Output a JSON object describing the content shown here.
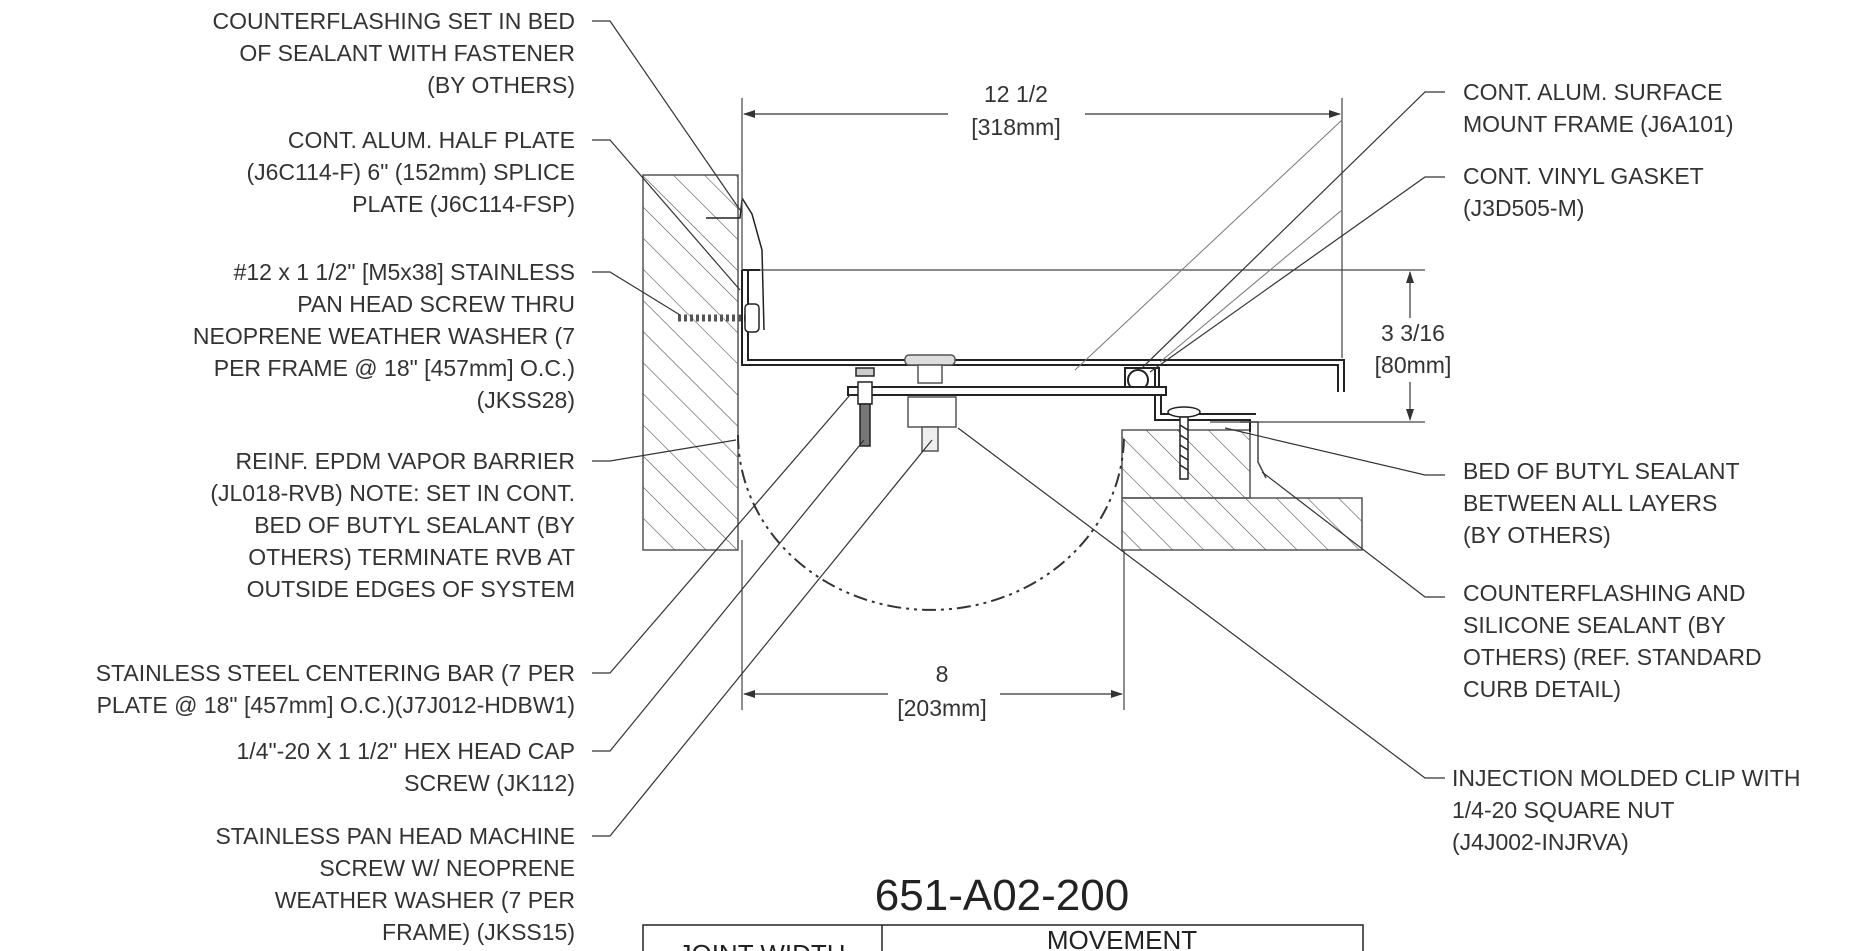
{
  "drawing_number": "651-A02-200",
  "dimensions": {
    "width_top": {
      "value": "12 1/2",
      "metric": "[318mm]"
    },
    "height_right": {
      "value": "3 3/16",
      "metric": "[80mm]"
    },
    "width_bottom": {
      "value": "8",
      "metric": "[203mm]"
    }
  },
  "callouts_left": [
    {
      "id": "counterflashing-sealant-fastener",
      "lines": [
        "COUNTERFLASHING SET IN BED",
        "OF SEALANT WITH FASTENER",
        "(BY OTHERS)"
      ]
    },
    {
      "id": "half-plate-splice",
      "lines": [
        "CONT. ALUM. HALF PLATE",
        "(J6C114-F) 6\" (152mm) SPLICE",
        "PLATE (J6C114-FSP)"
      ]
    },
    {
      "id": "stainless-pan-head-screw",
      "lines": [
        "#12 x 1 1/2\" [M5x38] STAINLESS",
        "PAN HEAD SCREW THRU",
        "NEOPRENE WEATHER WASHER (7",
        "PER FRAME @ 18\" [457mm] O.C.)",
        "(JKSS28)"
      ]
    },
    {
      "id": "epdm-vapor-barrier",
      "lines": [
        "REINF. EPDM  VAPOR BARRIER",
        "(JL018-RVB) NOTE: SET IN CONT.",
        "BED OF BUTYL SEALANT (BY",
        "OTHERS) TERMINATE RVB AT",
        "OUTSIDE  EDGES OF SYSTEM"
      ]
    },
    {
      "id": "centering-bar",
      "lines": [
        "STAINLESS STEEL CENTERING BAR (7 PER",
        "PLATE @ 18\" [457mm] O.C.)(J7J012-HDBW1)"
      ]
    },
    {
      "id": "hex-head-cap-screw",
      "lines": [
        "1/4\"-20 X 1 1/2\" HEX HEAD CAP",
        "SCREW (JK112)"
      ]
    },
    {
      "id": "pan-head-machine-screw",
      "lines": [
        "STAINLESS PAN HEAD MACHINE",
        "SCREW W/ NEOPRENE",
        "WEATHER WASHER (7 PER",
        "FRAME) (JKSS15)"
      ]
    }
  ],
  "callouts_right": [
    {
      "id": "surface-mount-frame",
      "lines": [
        "CONT. ALUM. SURFACE",
        "MOUNT FRAME (J6A101)"
      ]
    },
    {
      "id": "vinyl-gasket",
      "lines": [
        "CONT. VINYL GASKET",
        "(J3D505-M)"
      ]
    },
    {
      "id": "butyl-sealant",
      "lines": [
        "BED OF BUTYL SEALANT",
        "BETWEEN ALL LAYERS",
        "(BY OTHERS)"
      ]
    },
    {
      "id": "counterflashing-silicone",
      "lines": [
        "COUNTERFLASHING AND",
        "SILICONE SEALANT (BY",
        "OTHERS) (REF. STANDARD",
        "CURB DETAIL)"
      ]
    },
    {
      "id": "injection-molded-clip",
      "lines": [
        "INJECTION MOLDED CLIP WITH",
        "1/4-20 SQUARE NUT",
        "(J4J002-INJRVA)"
      ]
    }
  ],
  "table": {
    "col1_header": "JOINT WIDTH",
    "col2_header": "MOVEMENT"
  },
  "colors": {
    "line": "#333333",
    "hatch": "#555555"
  }
}
